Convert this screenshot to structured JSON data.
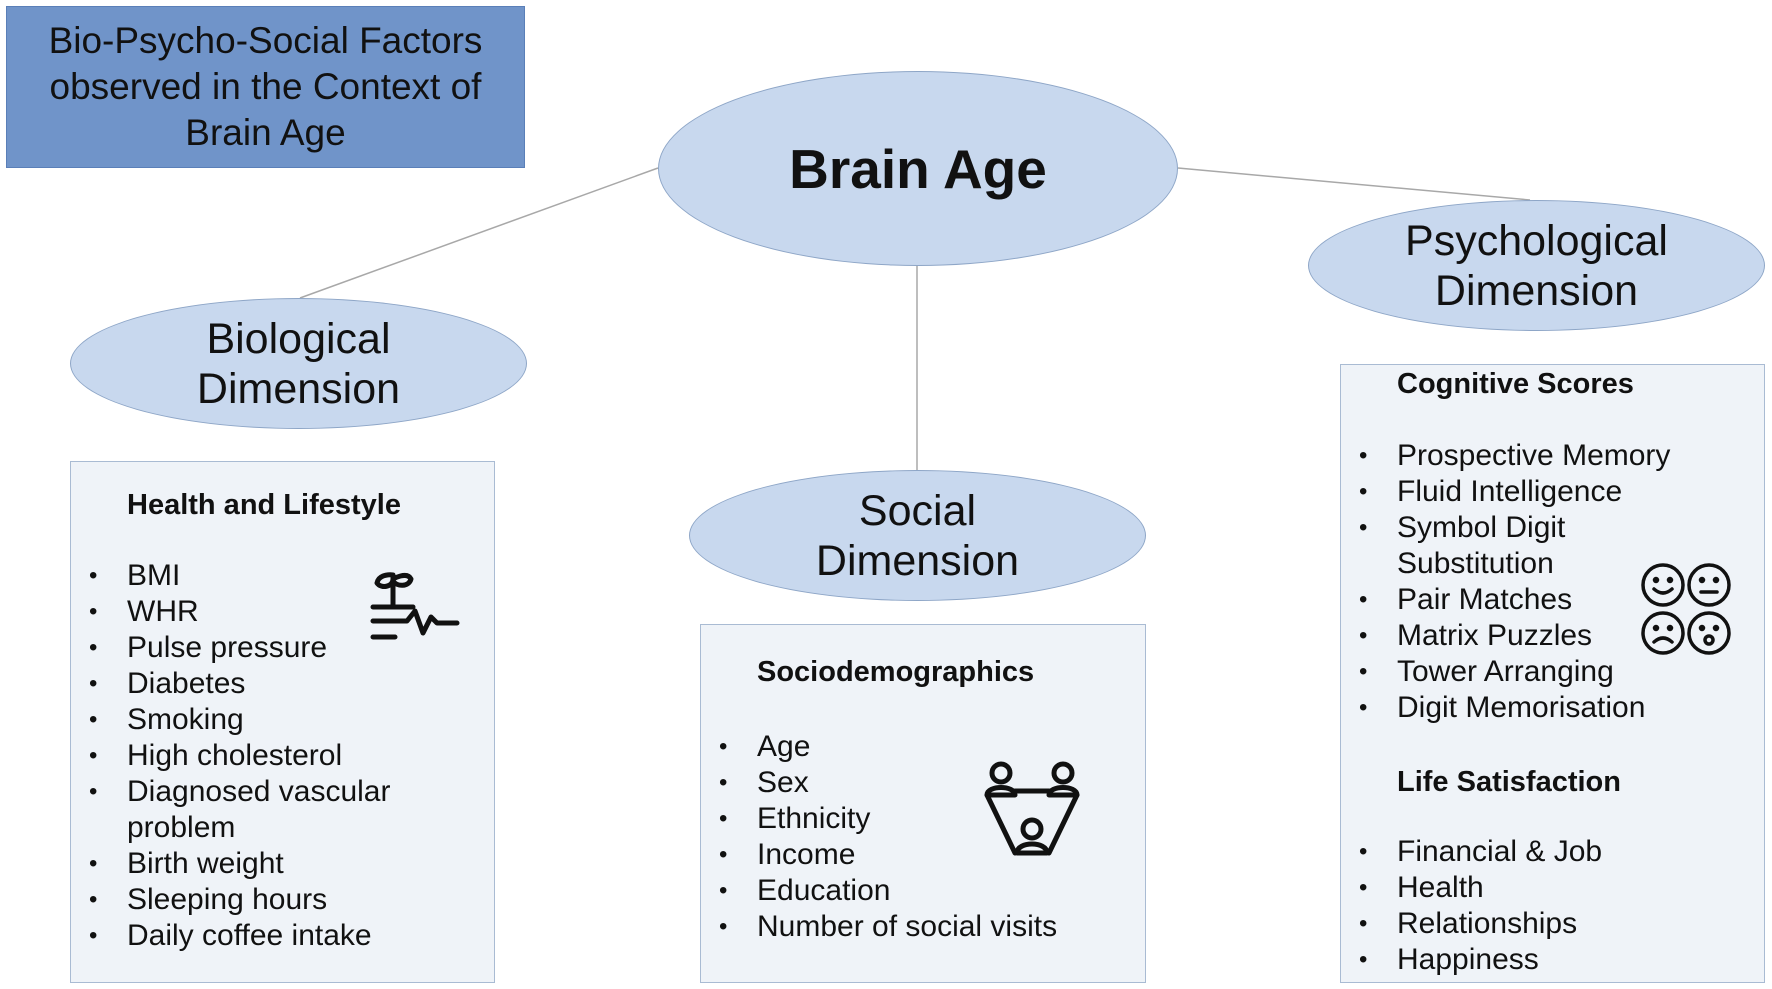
{
  "title": "Bio-Psycho-Social Factors observed in the Context of Brain Age",
  "center_node": {
    "label": "Brain Age"
  },
  "dimensions": {
    "biological": {
      "label": "Biological\nDimension",
      "panel": {
        "sections": [
          {
            "heading": "Health and Lifestyle",
            "items": [
              "BMI",
              "WHR",
              "Pulse pressure",
              "Diabetes",
              "Smoking",
              "High cholesterol",
              "Diagnosed vascular\nproblem",
              "Birth weight",
              "Sleeping hours",
              "Daily coffee intake"
            ]
          }
        ],
        "icon": "plant-pulse-icon"
      }
    },
    "social": {
      "label": "Social\nDimension",
      "panel": {
        "sections": [
          {
            "heading": "Sociodemographics",
            "items": [
              "Age",
              "Sex",
              "Ethnicity",
              "Income",
              "Education",
              "Number of social visits"
            ]
          }
        ],
        "icon": "social-network-icon"
      }
    },
    "psychological": {
      "label": "Psychological\nDimension",
      "panel": {
        "sections": [
          {
            "heading": "Cognitive Scores",
            "items": [
              "Prospective Memory",
              "Fluid Intelligence",
              "Symbol Digit\nSubstitution",
              "Pair Matches",
              "Matrix Puzzles",
              "Tower Arranging",
              "Digit Memorisation"
            ]
          },
          {
            "heading": "Life Satisfaction",
            "items": [
              "Financial & Job",
              "Health",
              "Relationships",
              "Happiness"
            ]
          }
        ],
        "icon": "emotion-faces-icon"
      }
    }
  },
  "colors": {
    "title_fill": "#7094c9",
    "node_fill": "#c8d8ee",
    "panel_fill": "#eff3f8",
    "connector": "#a8a8a8"
  }
}
